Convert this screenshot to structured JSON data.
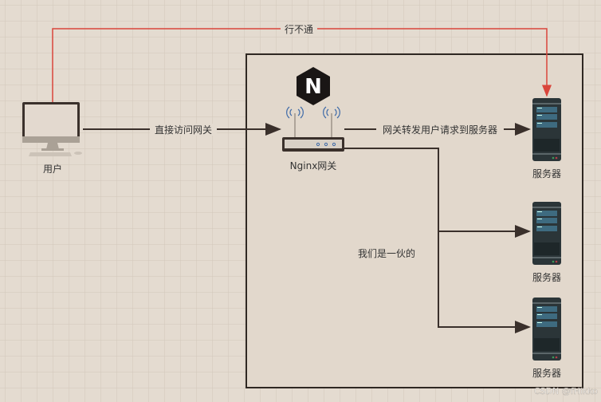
{
  "nodes": {
    "user": "用户",
    "gateway": "Nginx网关",
    "nginx_logo": "N",
    "server1": "服务器",
    "server2": "服务器",
    "server3": "服务器"
  },
  "edges": {
    "blocked": "行不通",
    "direct": "直接访问网关",
    "forward": "网关转发用户请求到服务器",
    "group": "我们是一伙的"
  },
  "watermark": "CSDN @fHikko",
  "colors": {
    "blocked": "#d9453b",
    "line": "#3a302b",
    "server": "#2b3538",
    "screen": "#3e6b80"
  }
}
